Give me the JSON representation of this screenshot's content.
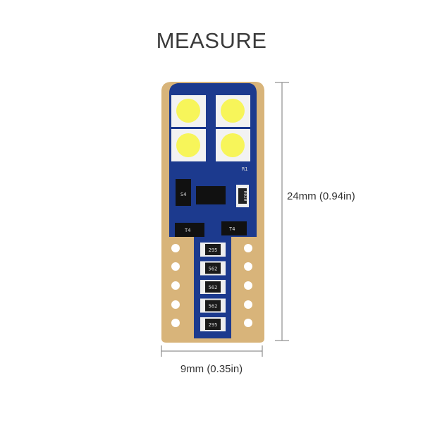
{
  "title": "MEASURE",
  "dimensions": {
    "height_label": "24mm (0.94in)",
    "width_label": "9mm (0.35in)"
  },
  "board": {
    "led_count": 4,
    "resistor_codes": [
      "295",
      "562",
      "562",
      "562",
      "295"
    ],
    "component_marks": {
      "diode": "S4",
      "transistor_left": "T4",
      "transistor_right": "T4",
      "resistor_ref": "R1",
      "resistor_small": "R020"
    }
  },
  "colors": {
    "pcb_gold": "#d8b47a",
    "pcb_blue": "#1c3a8e",
    "led_yellow": "#f7f55a",
    "text": "#333333"
  }
}
